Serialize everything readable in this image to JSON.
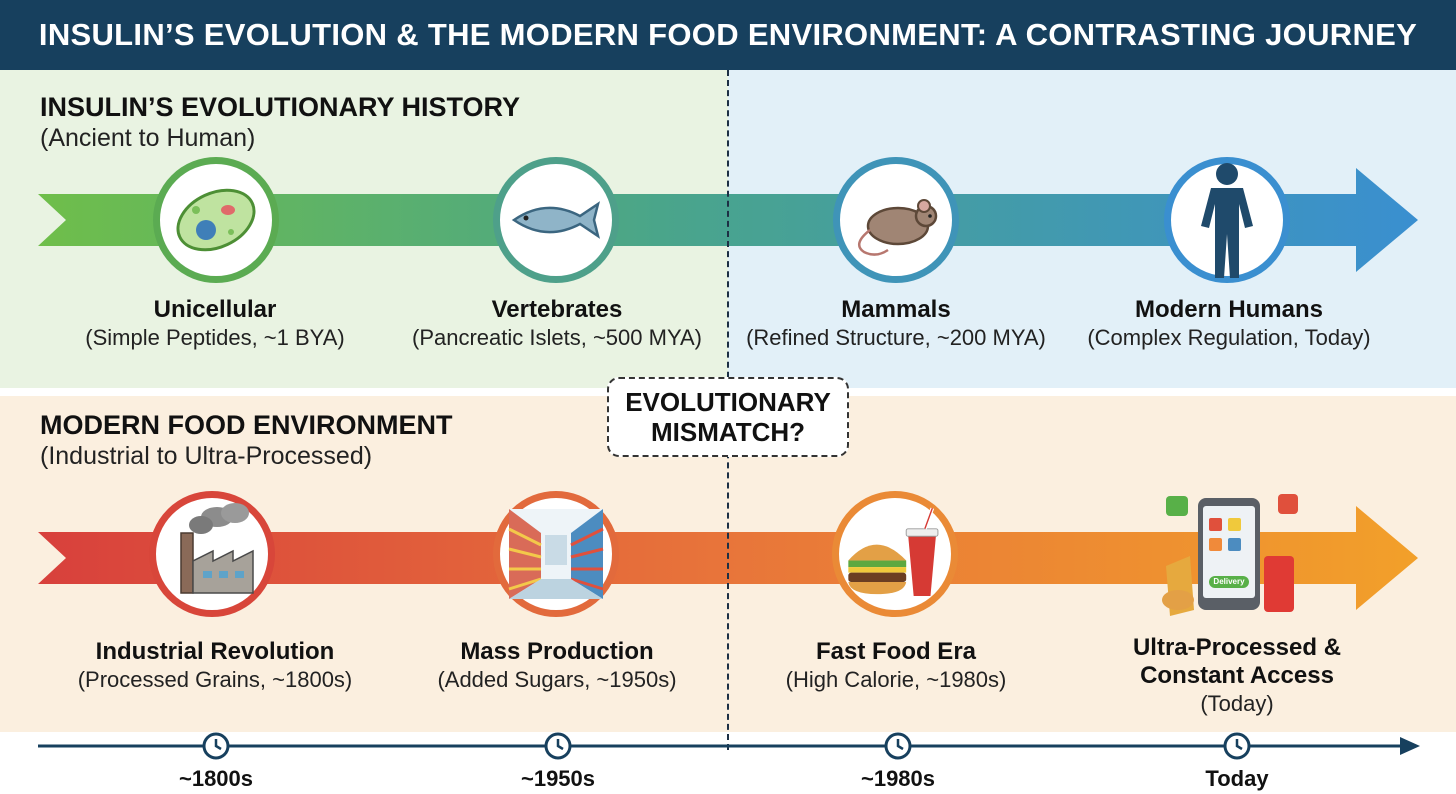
{
  "header": {
    "title": "INSULIN’S EVOLUTION & THE MODERN FOOD ENVIRONMENT: A CONTRASTING JOURNEY"
  },
  "colors": {
    "header_bg": "#17405e",
    "top_left_bg": "#e9f3e2",
    "top_right_bg": "#e2f0f8",
    "bottom_bg": "#fbefdf",
    "arrow_top_start": "#6fbe4a",
    "arrow_top_end": "#3a8fd0",
    "arrow_bottom_start": "#d8403c",
    "arrow_bottom_end": "#f2a02a",
    "axis": "#17405e"
  },
  "evolution": {
    "title": "INSULIN’S EVOLUTIONARY HISTORY",
    "subtitle": "(Ancient to Human)",
    "stages": [
      {
        "label": "Unicellular",
        "sub": "(Simple Peptides, ~1 BYA)",
        "icon": "cell-icon"
      },
      {
        "label": "Vertebrates",
        "sub": "(Pancreatic Islets, ~500 MYA)",
        "icon": "fish-icon"
      },
      {
        "label": "Mammals",
        "sub": "(Refined Structure, ~200 MYA)",
        "icon": "mouse-icon"
      },
      {
        "label": "Modern Humans",
        "sub": "(Complex Regulation, Today)",
        "icon": "human-icon"
      }
    ]
  },
  "mismatch": {
    "line1": "EVOLUTIONARY",
    "line2": "MISMATCH?"
  },
  "food": {
    "title": "MODERN FOOD ENVIRONMENT",
    "subtitle": "(Industrial to Ultra-Processed)",
    "stages": [
      {
        "label": "Industrial Revolution",
        "sub": "(Processed Grains, ~1800s)",
        "icon": "factory-icon"
      },
      {
        "label": "Mass Production",
        "sub": "(Added Sugars, ~1950s)",
        "icon": "supermarket-icon"
      },
      {
        "label": "Fast Food Era",
        "sub": "(High Calorie, ~1980s)",
        "icon": "burger-soda-icon"
      },
      {
        "label": "Ultra-Processed & Constant Access",
        "sub": "(Today)",
        "icon": "phone-delivery-icon",
        "delivery_text": "Delivery"
      }
    ]
  },
  "timeline": {
    "ticks": [
      "~1800s",
      "~1950s",
      "~1980s",
      "Today"
    ],
    "icon": "clock-icon"
  }
}
